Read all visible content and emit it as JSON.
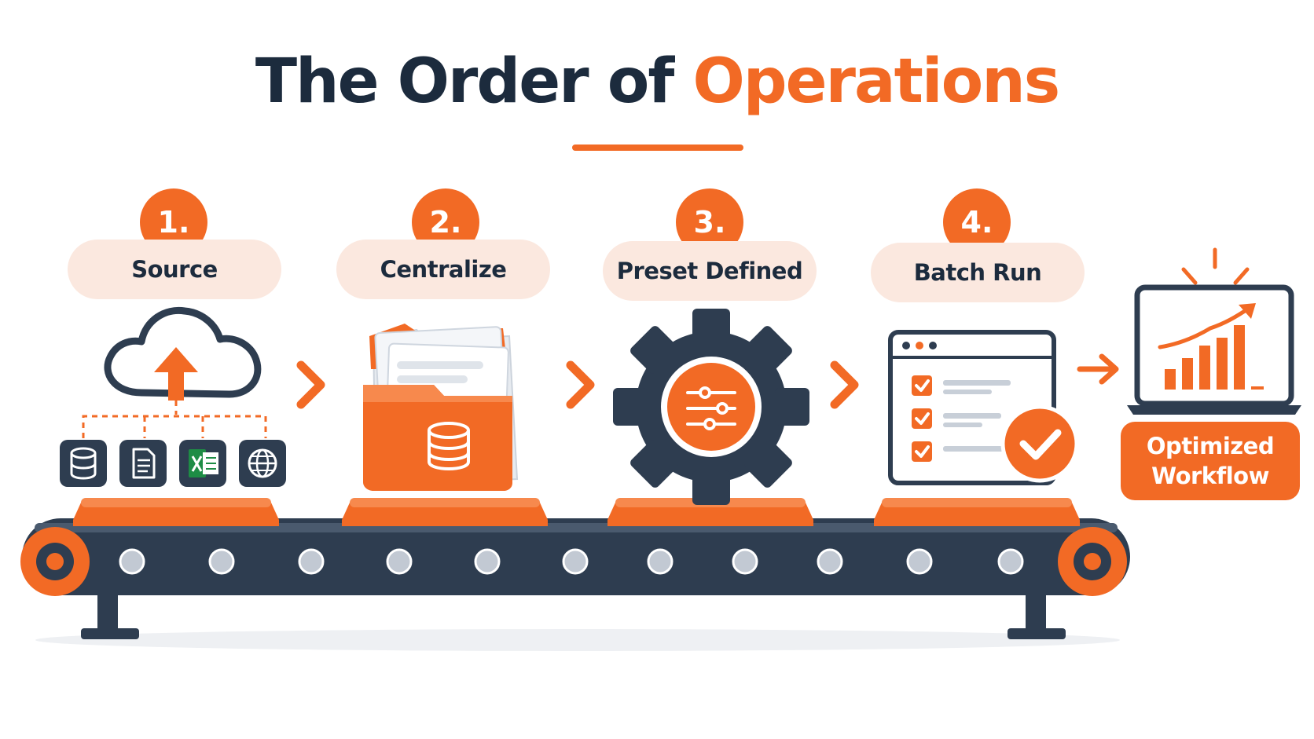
{
  "title": {
    "main": "The Order of",
    "accent": "Operations"
  },
  "steps": [
    {
      "number": "1.",
      "label": "Source"
    },
    {
      "number": "2.",
      "label": "Centralize"
    },
    {
      "number": "3.",
      "label": "Preset Defined"
    },
    {
      "number": "4.",
      "label": "Batch Run"
    }
  ],
  "result": {
    "line1": "Optimized",
    "line2": "Workflow"
  },
  "colors": {
    "accent": "#f26a25",
    "navy": "#2e3d50",
    "pill": "#fbe8df",
    "excel": "#1e8c45"
  },
  "icons": {
    "step1": [
      "cloud-upload-icon",
      "database-icon",
      "document-icon",
      "excel-icon",
      "globe-icon"
    ],
    "step2": "folder-database-icon",
    "step3": "gear-settings-icon",
    "step4": "checklist-window-icon",
    "result": "laptop-growth-chart-icon"
  }
}
